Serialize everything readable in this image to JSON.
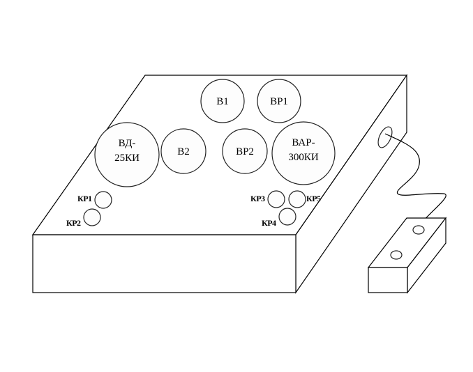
{
  "dials": {
    "v1": "В1",
    "vr1": "ВР1",
    "vd_line1": "ВД-",
    "vd_line2": "25КИ",
    "v2": "В2",
    "vr2": "ВР2",
    "var_line1": "ВАР-",
    "var_line2": "300КИ"
  },
  "switches": {
    "kp1": "КР1",
    "kp2": "КР2",
    "kp3": "КР3",
    "kp4": "КР4",
    "kp5": "КР5"
  }
}
